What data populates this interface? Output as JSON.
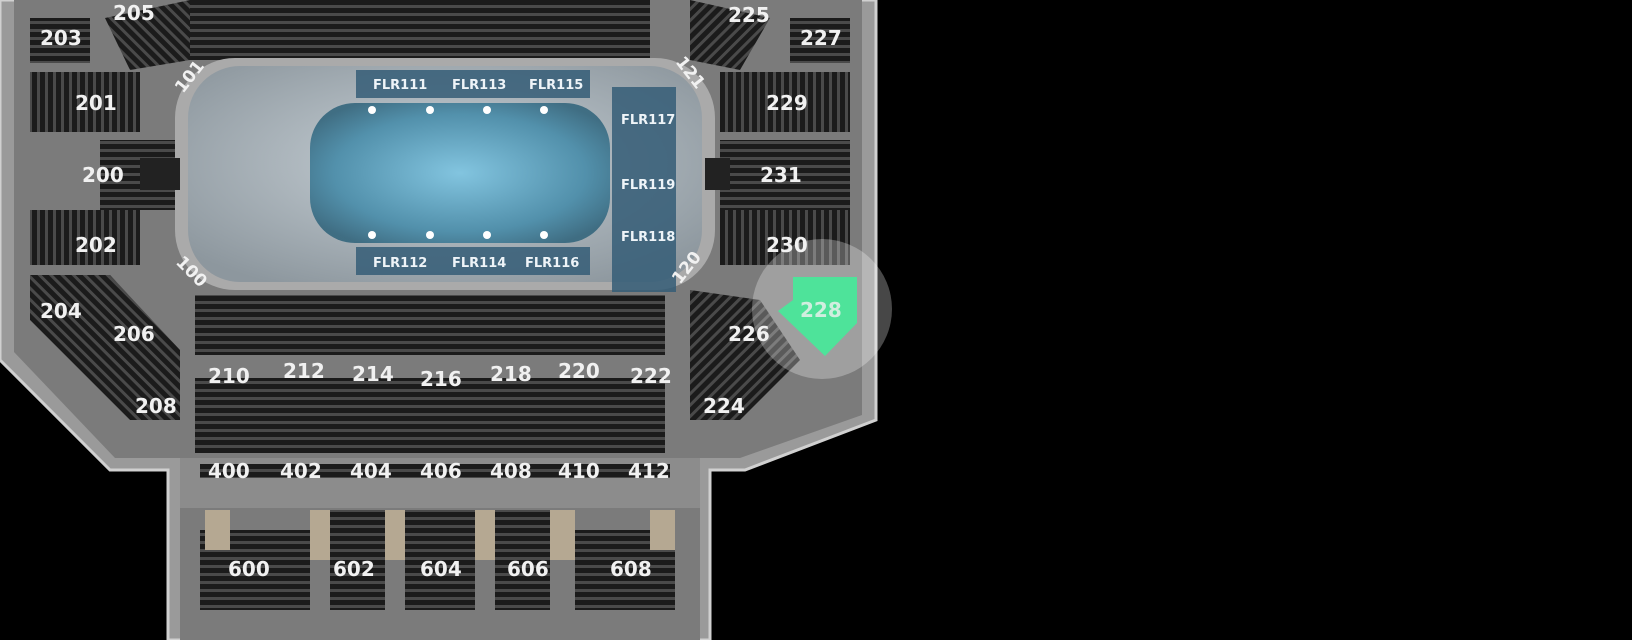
{
  "venue_map": {
    "sections_200": [
      "203",
      "205",
      "225",
      "227",
      "201",
      "229",
      "200",
      "231",
      "202",
      "230",
      "204",
      "206",
      "226",
      "228",
      "208",
      "210",
      "212",
      "214",
      "216",
      "218",
      "220",
      "222",
      "224"
    ],
    "sections_100": [
      "101",
      "121",
      "100",
      "120"
    ],
    "sections_400": [
      "400",
      "402",
      "404",
      "406",
      "408",
      "410",
      "412"
    ],
    "sections_600": [
      "600",
      "602",
      "604",
      "606",
      "608"
    ],
    "floor_sections": [
      "FLR111",
      "FLR113",
      "FLR115",
      "FLR117",
      "FLR119",
      "FLR118",
      "FLR112",
      "FLR114",
      "FLR116"
    ],
    "highlighted_section": "228",
    "highlight_color": "#4ee39a",
    "rink_color": "#6fb7d6"
  }
}
